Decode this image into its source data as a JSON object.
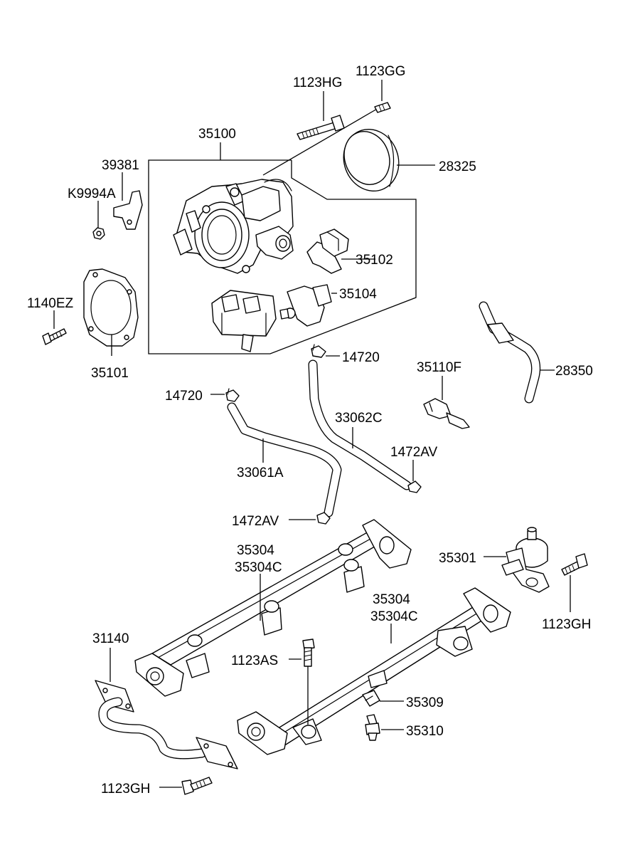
{
  "diagram": {
    "callouts": {
      "p_1123HG": "1123HG",
      "p_1123GG": "1123GG",
      "p_35100": "35100",
      "p_39381": "39381",
      "p_28325": "28325",
      "p_K9994A": "K9994A",
      "p_35102": "35102",
      "p_35104": "35104",
      "p_1140EZ": "1140EZ",
      "p_35101": "35101",
      "p_14720_upper": "14720",
      "p_35110F": "35110F",
      "p_28350": "28350",
      "p_14720_lower": "14720",
      "p_33062C": "33062C",
      "p_1472AV_right": "1472AV",
      "p_33061A": "33061A",
      "p_1472AV_left": "1472AV",
      "p_35304_a": "35304",
      "p_35304C_a": "35304C",
      "p_35301": "35301",
      "p_35304_b": "35304",
      "p_35304C_b": "35304C",
      "p_1123GH_right": "1123GH",
      "p_31140": "31140",
      "p_1123AS": "1123AS",
      "p_35309": "35309",
      "p_35310": "35310",
      "p_1123GH_bottom": "1123GH"
    }
  }
}
